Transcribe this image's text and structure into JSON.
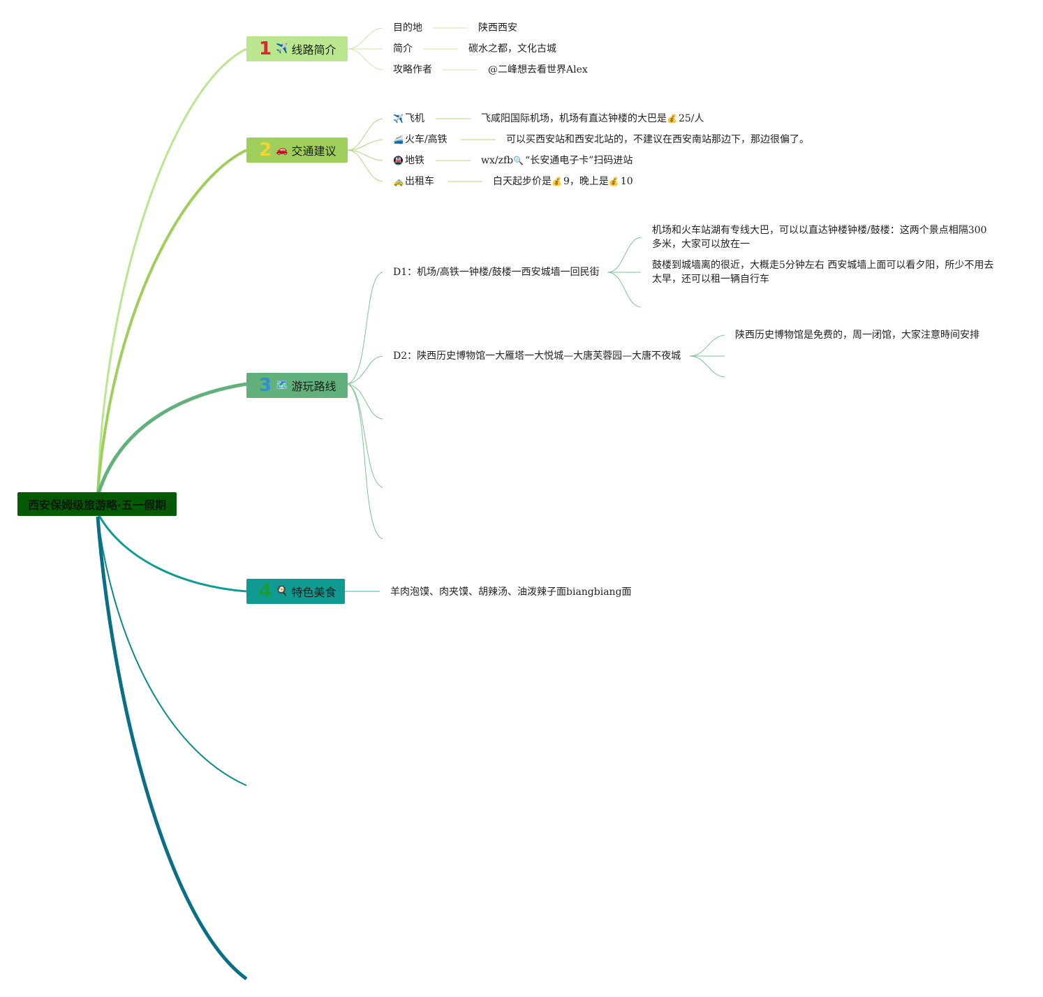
{
  "root": {
    "title": "西安保姆级旅游略·五一假期"
  },
  "branches": [
    {
      "num": "1",
      "icon": "✈️",
      "label": "线路简介",
      "color": "#b9e68f",
      "num_color": "#d42a2a",
      "items": [
        {
          "label": "目的地",
          "value": "陕西西安"
        },
        {
          "label": "简介",
          "value": "碳水之都，文化古城"
        },
        {
          "label": "攻略作者",
          "value": "@二峰想去看世界Alex"
        }
      ]
    },
    {
      "num": "2",
      "icon": "🚗",
      "label": "交通建议",
      "color": "#9fcf5b",
      "num_color": "#f3d331",
      "items": [
        {
          "icon": "✈️",
          "label": "飞机",
          "value": "飞咸阳国际机场，机场有直达钟楼的大巴是",
          "money_icon": "💰",
          "value_tail": "25/人"
        },
        {
          "icon": "🚄",
          "label": "火车/高铁",
          "value": "可以买西安站和西安北站的，不建议在西安南站那边下，那边很偏了。"
        },
        {
          "icon": "🚇",
          "label": "地铁",
          "value": "wx/zfb",
          "search_icon": "🔍",
          "value_tail": "“长安通电子卡”扫码进站"
        },
        {
          "icon": "🚕",
          "label": "出租车",
          "value": "白天起步价是",
          "money_icon": "💰",
          "value_mid": "9，晚上是",
          "value_tail": "10"
        }
      ]
    },
    {
      "num": "3",
      "icon": "🗺️",
      "label": "游玩路线",
      "color": "#62b07c",
      "num_color": "#2f8fd6",
      "items": [
        {
          "label": "D1：机场/高铁一钟楼/鼓楼一西安城墙一回民街",
          "notes": [
            "机场和火车站湖有专线大巴，可以以直达钟楼钟楼/鼓楼：这两个景点相隔300多米，大家可以放在一",
            "鼓楼到城墙离的很近，大概走5分钟左右 西安城墙上面可以看夕阳，所少不用去太早，还可以租一辆自行车"
          ]
        },
        {
          "label": "D2：陕西历史博物馆一大雁塔一大悦城—大唐芙蓉园—大唐不夜城",
          "notes": [
            "陕西历史博物馆是免费的，周一闭馆，大家注意時间安排"
          ]
        }
      ]
    },
    {
      "num": "4",
      "icon": "🍳",
      "label": "特色美食",
      "color": "#0f9a92",
      "num_color": "#1a9c3a",
      "items": [
        {
          "value": "羊肉泡馍、肉夹馍、胡辣汤、油泼辣子面biangbiang面"
        }
      ]
    }
  ],
  "colors": {
    "root": "#065a06",
    "branch5_line": "#0b8a8c",
    "branch6_line": "#0a6f86"
  }
}
